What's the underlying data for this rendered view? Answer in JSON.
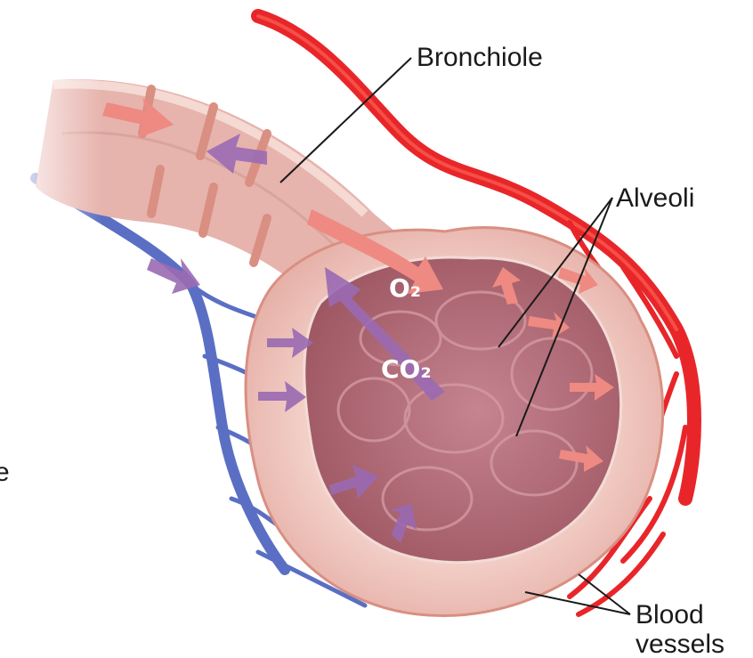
{
  "labels": {
    "bronchiole": "Bronchiole",
    "alveoli": "Alveoli",
    "blood_vessels_line1": "Blood",
    "blood_vessels_line2": "vessels",
    "cropped_edge_text": "e"
  },
  "gas_labels": {
    "oxygen": "O₂",
    "carbon_dioxide": "CO₂"
  },
  "colors": {
    "airway_tissue": "#e7b3ad",
    "airway_rings": "#d98f82",
    "alveolar_wall": "#f3cfc8",
    "alveolar_interior": "#b8707c",
    "oxygenated_vessel": "#e8262a",
    "deoxygenated_vessel": "#5a6fc4",
    "oxygen_arrow": "#ee8a82",
    "co2_arrow": "#9a6ab2",
    "leader_line": "#1a1a1a"
  }
}
